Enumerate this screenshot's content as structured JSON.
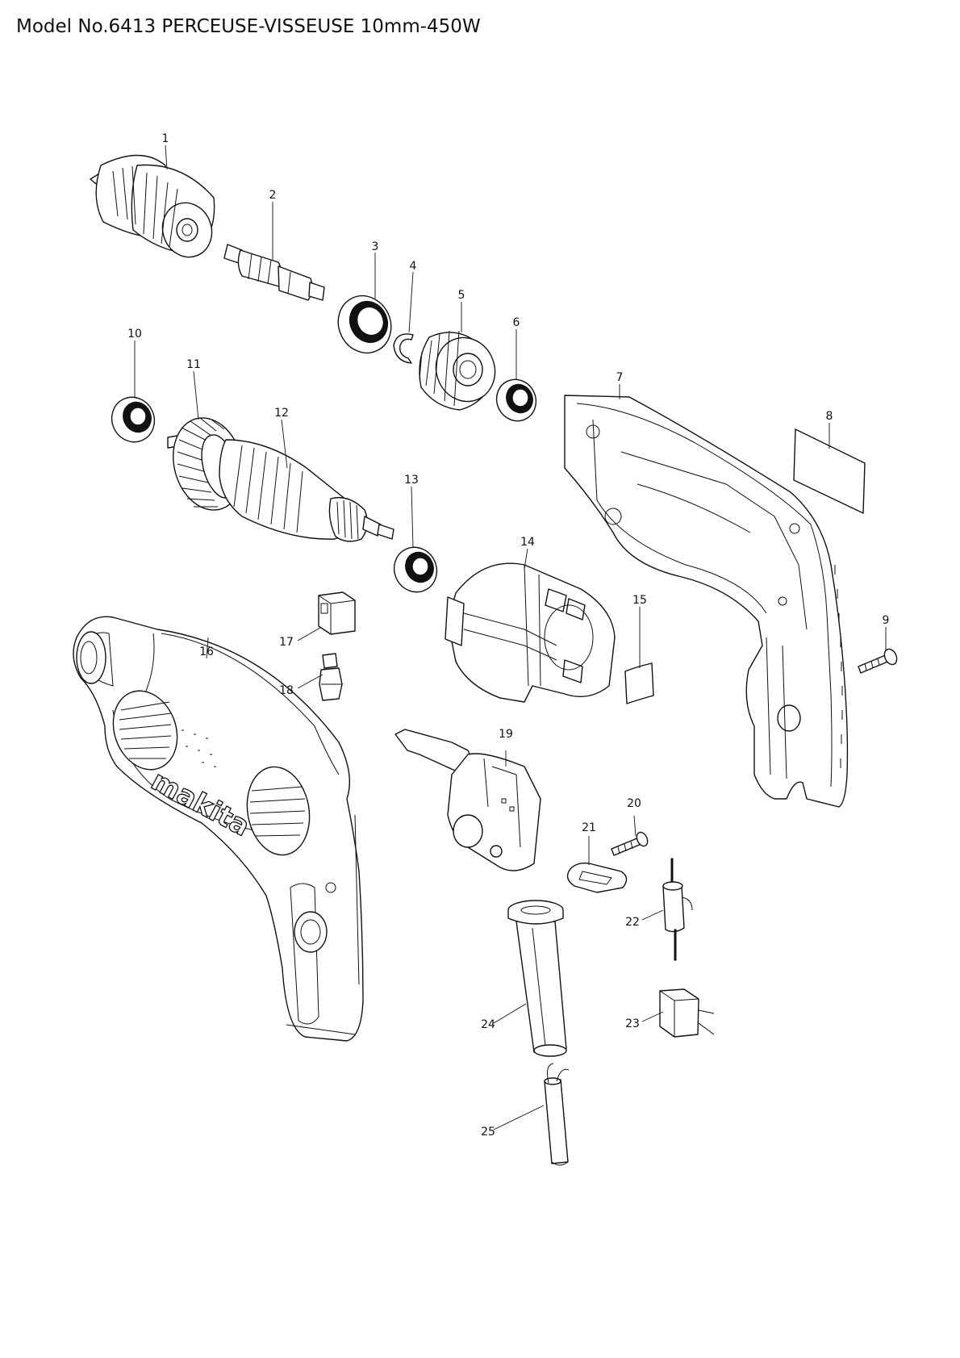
{
  "title": "Model No.6413 PERCEUSE-VISSEUSE 10mm-450W",
  "brand": "makita",
  "parts": [
    {
      "no": "1",
      "name": "keyless-drill-chuck"
    },
    {
      "no": "2",
      "name": "spindle"
    },
    {
      "no": "3",
      "name": "ball-bearing"
    },
    {
      "no": "4",
      "name": "retaining-ring"
    },
    {
      "no": "5",
      "name": "spur-gear"
    },
    {
      "no": "6",
      "name": "ball-bearing"
    },
    {
      "no": "7",
      "name": "housing-half"
    },
    {
      "no": "8",
      "name": "name-plate"
    },
    {
      "no": "9",
      "name": "tapping-screw"
    },
    {
      "no": "10",
      "name": "ball-bearing"
    },
    {
      "no": "11",
      "name": "fan"
    },
    {
      "no": "12",
      "name": "armature"
    },
    {
      "no": "13",
      "name": "ball-bearing"
    },
    {
      "no": "14",
      "name": "field"
    },
    {
      "no": "15",
      "name": "baffle-plate"
    },
    {
      "no": "16",
      "name": "housing-set"
    },
    {
      "no": "17",
      "name": "brush-holder"
    },
    {
      "no": "18",
      "name": "carbon-brush"
    },
    {
      "no": "19",
      "name": "switch"
    },
    {
      "no": "20",
      "name": "tapping-screw"
    },
    {
      "no": "21",
      "name": "strain-relief"
    },
    {
      "no": "22",
      "name": "noise-suppressor"
    },
    {
      "no": "23",
      "name": "noise-suppressor"
    },
    {
      "no": "24",
      "name": "cord-guard"
    },
    {
      "no": "25",
      "name": "cord"
    }
  ]
}
